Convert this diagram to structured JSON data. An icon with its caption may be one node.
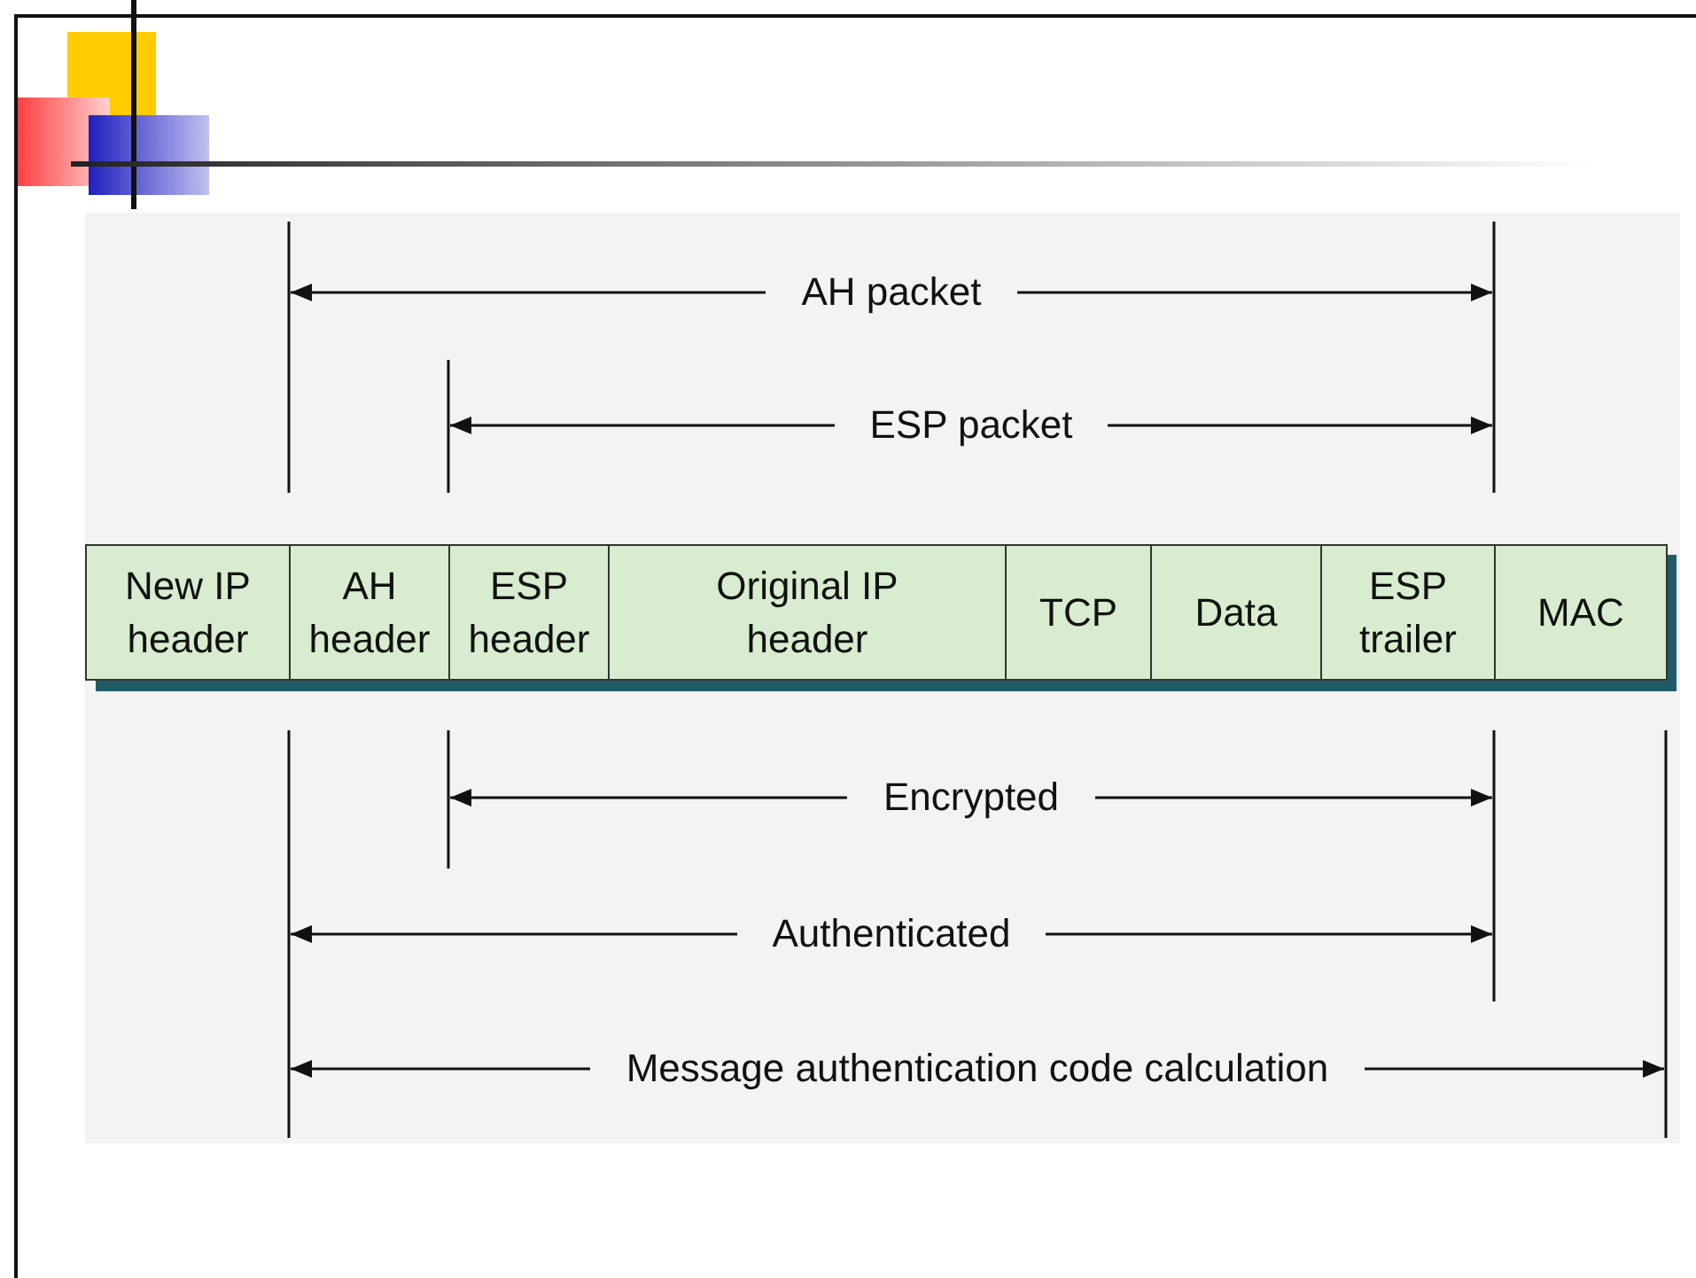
{
  "diagram": {
    "nodes": [
      {
        "text": [
          "New IP header"
        ]
      },
      {
        "text": [
          "AH header"
        ]
      },
      {
        "text": [
          "ESP header"
        ]
      },
      {
        "text": [
          "Original IP header"
        ]
      },
      {
        "text": [
          "TCP"
        ]
      },
      {
        "text": [
          "Data"
        ]
      },
      {
        "text": [
          "ESP trailer"
        ]
      },
      {
        "text": [
          "MAC"
        ]
      }
    ],
    "labels": [
      "AH packet",
      "ESP packet",
      "Encrypted",
      "Authenticated",
      "Message authentication code calculation"
    ]
  }
}
